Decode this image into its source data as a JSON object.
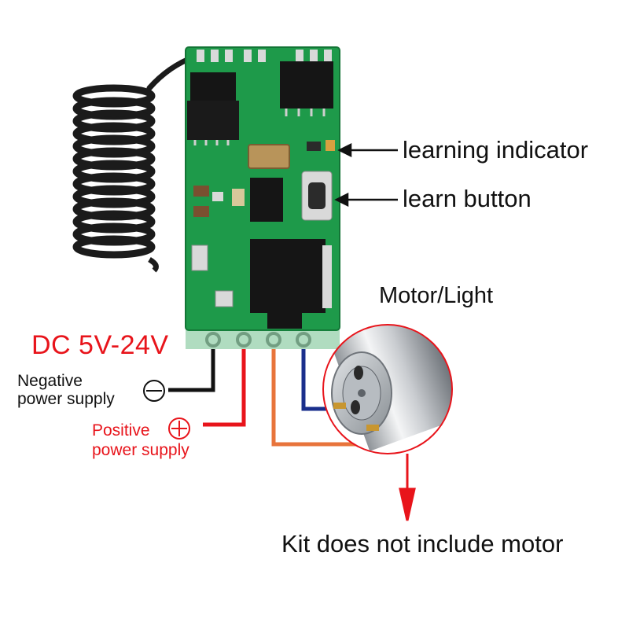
{
  "labels": {
    "voltage": "DC 5V-24V",
    "learning_indicator": "learning indicator",
    "learn_button": "learn button",
    "motor_light": "Motor/Light",
    "negative_line1": "Negative",
    "negative_line2": "power supply",
    "positive_line1": "Positive",
    "positive_line2": "power supply",
    "kit_note": "Kit does not include motor"
  },
  "colors": {
    "pcb_green": "#1e9a4a",
    "wire_black": "#111111",
    "wire_red": "#e8141b",
    "wire_orange": "#e8743b",
    "wire_blue": "#1a2f8c",
    "circle_red": "#e8141b",
    "antenna": "#1b1b1b"
  },
  "icons": {
    "negative_symbol": "minus-circle-icon",
    "positive_symbol": "plus-circle-icon",
    "arrow_down": "arrow-down-icon",
    "arrow_left": "arrow-left-icon"
  }
}
